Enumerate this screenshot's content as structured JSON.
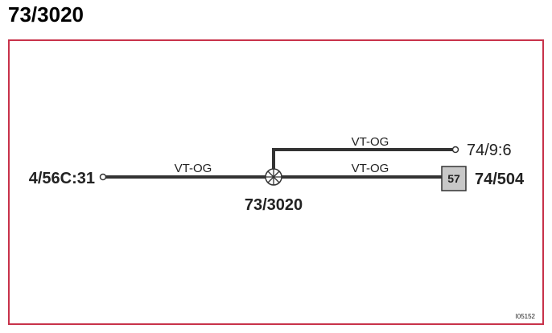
{
  "page": {
    "title": "73/3020"
  },
  "diagram": {
    "splice": {
      "label": "73/3020"
    },
    "left_terminal": {
      "label": "4/56C:31"
    },
    "upper_terminal": {
      "label": "74/9:6"
    },
    "connector": {
      "label": "74/504",
      "pin": "57"
    },
    "wires": [
      {
        "id": "left",
        "label": "VT-OG"
      },
      {
        "id": "upper",
        "label": "VT-OG"
      },
      {
        "id": "lower",
        "label": "VT-OG"
      }
    ],
    "image_ref": "I05152",
    "colors": {
      "frame": "#c8324a",
      "wire": "#333333",
      "connector_fill": "#c8c8c8"
    }
  }
}
